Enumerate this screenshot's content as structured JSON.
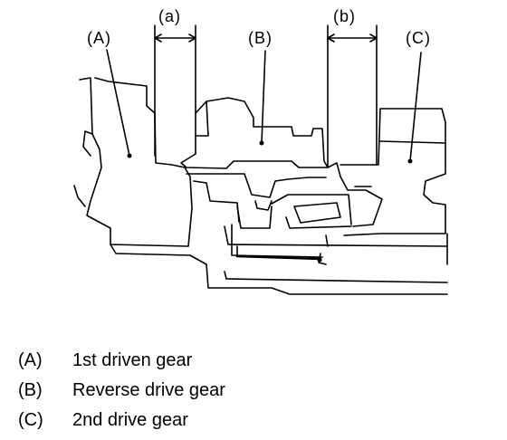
{
  "callouts": {
    "a": "(a)",
    "b": "(b)",
    "A": "(A)",
    "B": "(B)",
    "C": "(C)"
  },
  "legend": [
    {
      "key": "(A)",
      "text": "1st driven gear"
    },
    {
      "key": "(B)",
      "text": "Reverse drive gear"
    },
    {
      "key": "(C)",
      "text": "2nd drive gear"
    }
  ]
}
